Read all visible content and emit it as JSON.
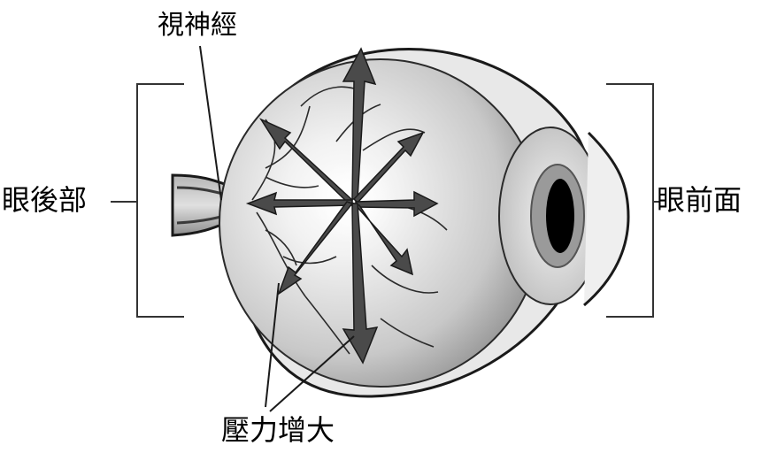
{
  "labels": {
    "optic_nerve": "視神經",
    "posterior": "眼後部",
    "anterior": "眼前面",
    "pressure": "壓力增大"
  },
  "colors": {
    "outline": "#1a1a1a",
    "sclera": "#e6e6e6",
    "lens": "#d8d8d8",
    "iris": "#9a9a9a",
    "pupil": "#000000",
    "arrow_fill": "#4a4a4a"
  }
}
